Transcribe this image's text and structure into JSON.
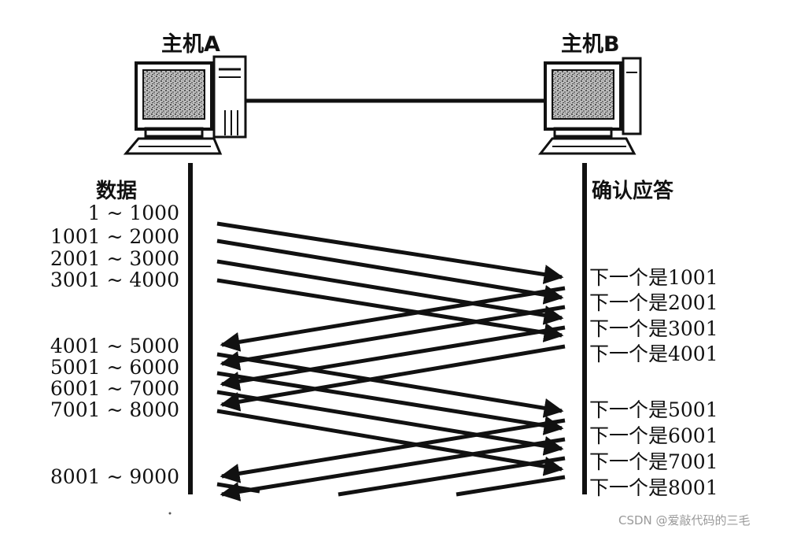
{
  "hosts": {
    "a": "主机A",
    "b": "主机B"
  },
  "headers": {
    "data": "数据",
    "ack": "确认应答"
  },
  "segments": [
    "1 ~ 1000",
    "1001 ~ 2000",
    "2001 ~ 3000",
    "3001 ~ 4000",
    "4001 ~ 5000",
    "5001 ~ 6000",
    "6001 ~ 7000",
    "7001 ~ 8000",
    "8001 ~ 9000"
  ],
  "acks": [
    "下一个是1001",
    "下一个是2001",
    "下一个是3001",
    "下一个是4001",
    "下一个是5001",
    "下一个是6001",
    "下一个是7001",
    "下一个是8001"
  ],
  "watermark": "CSDN @爱敲代码的三毛"
}
